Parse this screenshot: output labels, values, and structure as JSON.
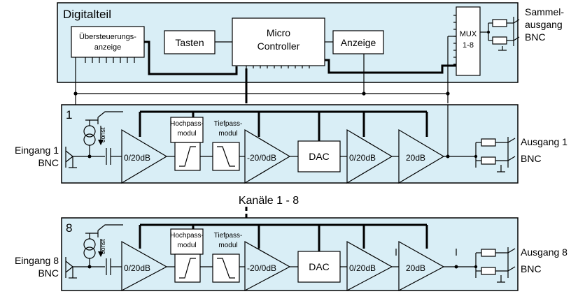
{
  "digital": {
    "title": "Digitalteil",
    "overload_l1": "Übersteuerungs-",
    "overload_l2": "anzeige",
    "keys": "Tasten",
    "mc_l1": "Micro",
    "mc_l2": "Controller",
    "display": "Anzeige",
    "mux_l1": "MUX",
    "mux_l2": "1-8",
    "sum_l1": "Sammel-",
    "sum_l2": "ausgang",
    "sum_l3": "BNC"
  },
  "ch1": {
    "number": "1",
    "in_l1": "Eingang 1",
    "in_l2": "BNC",
    "const": "const",
    "amp1": "0/20dB",
    "hp_l1": "Hochpass-",
    "hp_l2": "modul",
    "tp_l1": "Tiefpass-",
    "tp_l2": "modul",
    "amp2": "-20/0dB",
    "dac": "DAC",
    "amp3": "0/20dB",
    "amp4": "20dB",
    "out_l1": "Ausgang 1",
    "out_l2": "BNC"
  },
  "between": "Kanäle 1 - 8",
  "ch8": {
    "number": "8",
    "in_l1": "Eingang 8",
    "in_l2": "BNC",
    "const": "const",
    "amp1": "0/20dB",
    "hp_l1": "Hochpass-",
    "hp_l2": "modul",
    "tp_l1": "Tiefpass-",
    "tp_l2": "modul",
    "amp2": "-20/0dB",
    "dac": "DAC",
    "amp3": "0/20dB",
    "amp4": "20dB",
    "out_l1": "Ausgang 8",
    "out_l2": "BNC"
  },
  "colors": {
    "panel": "#d9eef6",
    "line": "#000000"
  }
}
